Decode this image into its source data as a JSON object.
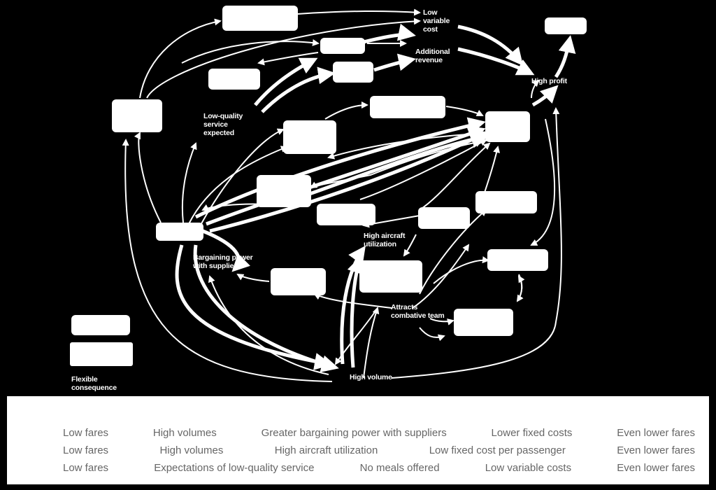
{
  "labels": {
    "low_variable_cost": "Low\nvariable\ncost",
    "additional_revenue": "Additional\nrevenue",
    "high_profit": "High profit",
    "low_quality_service_expected": "Low-quality\nservice\nexpected",
    "bargaining_power_with_suppliers": "Bargaining power\nwith suppliers",
    "high_aircraft_utilization": "High aircraft\nutilization",
    "attracts_combative_team": "Attracts\ncombative team",
    "high_volume": "High volume",
    "flexible_consequence": "Flexible\nconsequence"
  },
  "chains": [
    [
      "Low fares",
      "High volumes",
      "Greater bargaining power with suppliers",
      "Lower fixed costs",
      "Even lower fares"
    ],
    [
      "Low fares",
      "High volumes",
      "High aircraft utilization",
      "Low fixed cost per passenger",
      "Even lower fares"
    ],
    [
      "Low fares",
      "Expectations of low-quality service",
      "No meals offered",
      "Low variable costs",
      "Even lower fares"
    ]
  ],
  "colors": {
    "background": "#000000",
    "arrow": "#ffffff",
    "box": "#ffffff",
    "chain_text": "#666666"
  }
}
